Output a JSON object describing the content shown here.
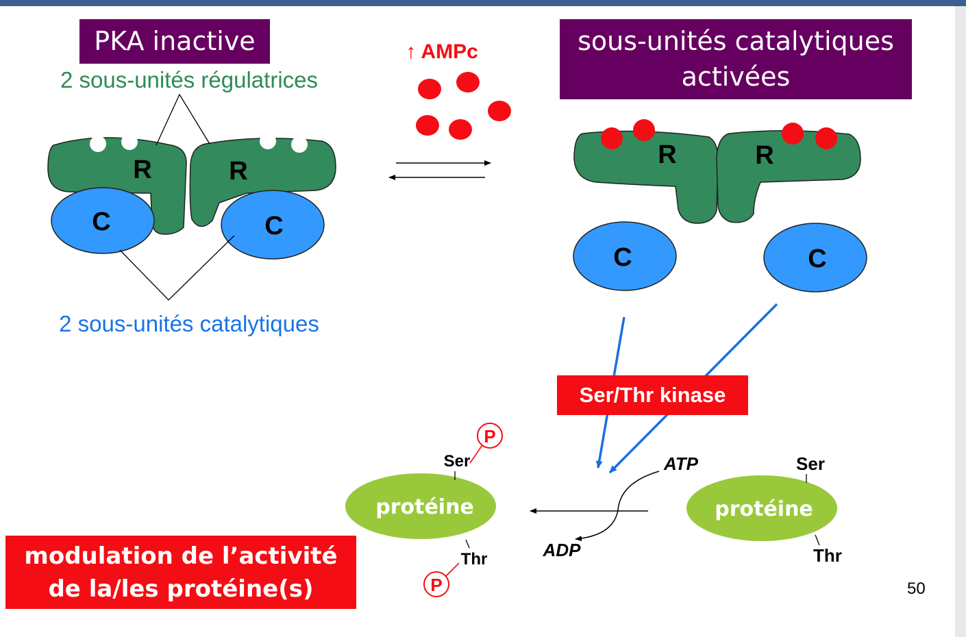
{
  "colors": {
    "regulatory_green": "#338a5c",
    "catalytic_blue": "#3399ff",
    "camp_red": "#f40d14",
    "protein_green": "#99c93b",
    "title_purple": "#660060",
    "label_green": "#2e8b57",
    "label_blue": "#1a73e8",
    "arrow_blue": "#1a6fe0"
  },
  "left_panel": {
    "title": "PKA inactive",
    "regulatory_label": "2 sous-unités régulatrices",
    "catalytic_label": "2 sous-unités catalytiques",
    "r_label": "R",
    "c_label": "C"
  },
  "middle": {
    "camp_label": "↑ AMPc"
  },
  "right_panel": {
    "title_line1": "sous-unités catalytiques",
    "title_line2": "activées",
    "r_label": "R",
    "c_label": "C"
  },
  "kinase_label": "Ser/Thr kinase",
  "reaction": {
    "atp": "ATP",
    "adp": "ADP",
    "product": {
      "label": "protéine",
      "ser": "Ser",
      "thr": "Thr",
      "phospho": "P"
    },
    "substrate": {
      "label": "protéine",
      "ser": "Ser",
      "thr": "Thr"
    }
  },
  "conclusion": {
    "line1": "modulation de l’activité",
    "line2": "de la/les protéine(s)"
  },
  "page_number": "50"
}
